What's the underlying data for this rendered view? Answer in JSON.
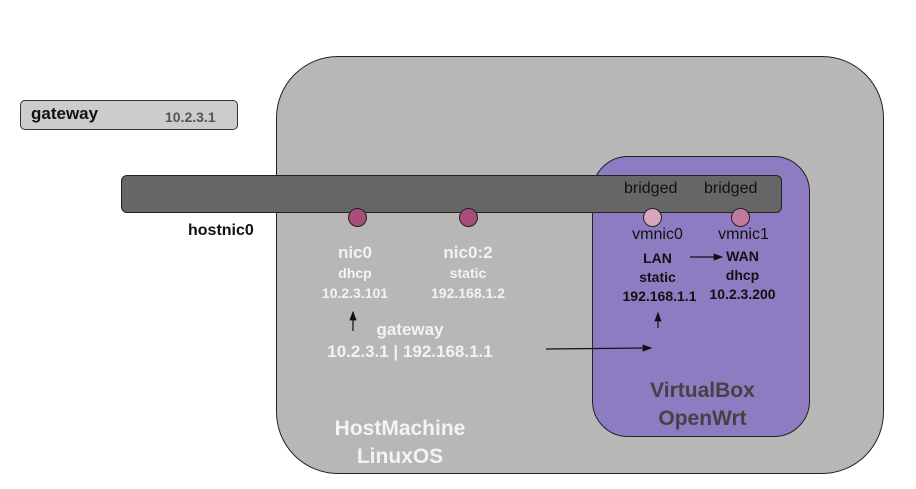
{
  "gateway_box": {
    "label": "gateway",
    "ip": "10.2.3.1"
  },
  "hostnic": {
    "label": "hostnic0"
  },
  "host": {
    "title_line1": "HostMachine",
    "title_line2": "LinuxOS"
  },
  "nic0": {
    "name": "nic0",
    "mode": "dhcp",
    "ip": "10.2.3.101"
  },
  "nic0_2": {
    "name": "nic0:2",
    "mode": "static",
    "ip": "192.168.1.2"
  },
  "host_gateway": {
    "label": "gateway",
    "ips": "10.2.3.1 | 192.168.1.1"
  },
  "vm": {
    "title_line1": "VirtualBox",
    "title_line2": "OpenWrt",
    "vmnic0": {
      "bridge": "bridged",
      "name": "vmnic0",
      "role": "LAN",
      "mode": "static",
      "ip": "192.168.1.1"
    },
    "vmnic1": {
      "bridge": "bridged",
      "name": "vmnic1",
      "role": "WAN",
      "mode": "dhcp",
      "ip": "10.2.3.200"
    }
  },
  "colors": {
    "host_bg": "#b7b7b7",
    "vm_bg": "#8e7cc3",
    "bar_bg": "#666666",
    "nic_dot": "#a64d79",
    "vmnic0_dot": "#d5a6bd",
    "vmnic1_dot": "#c27ba0"
  }
}
